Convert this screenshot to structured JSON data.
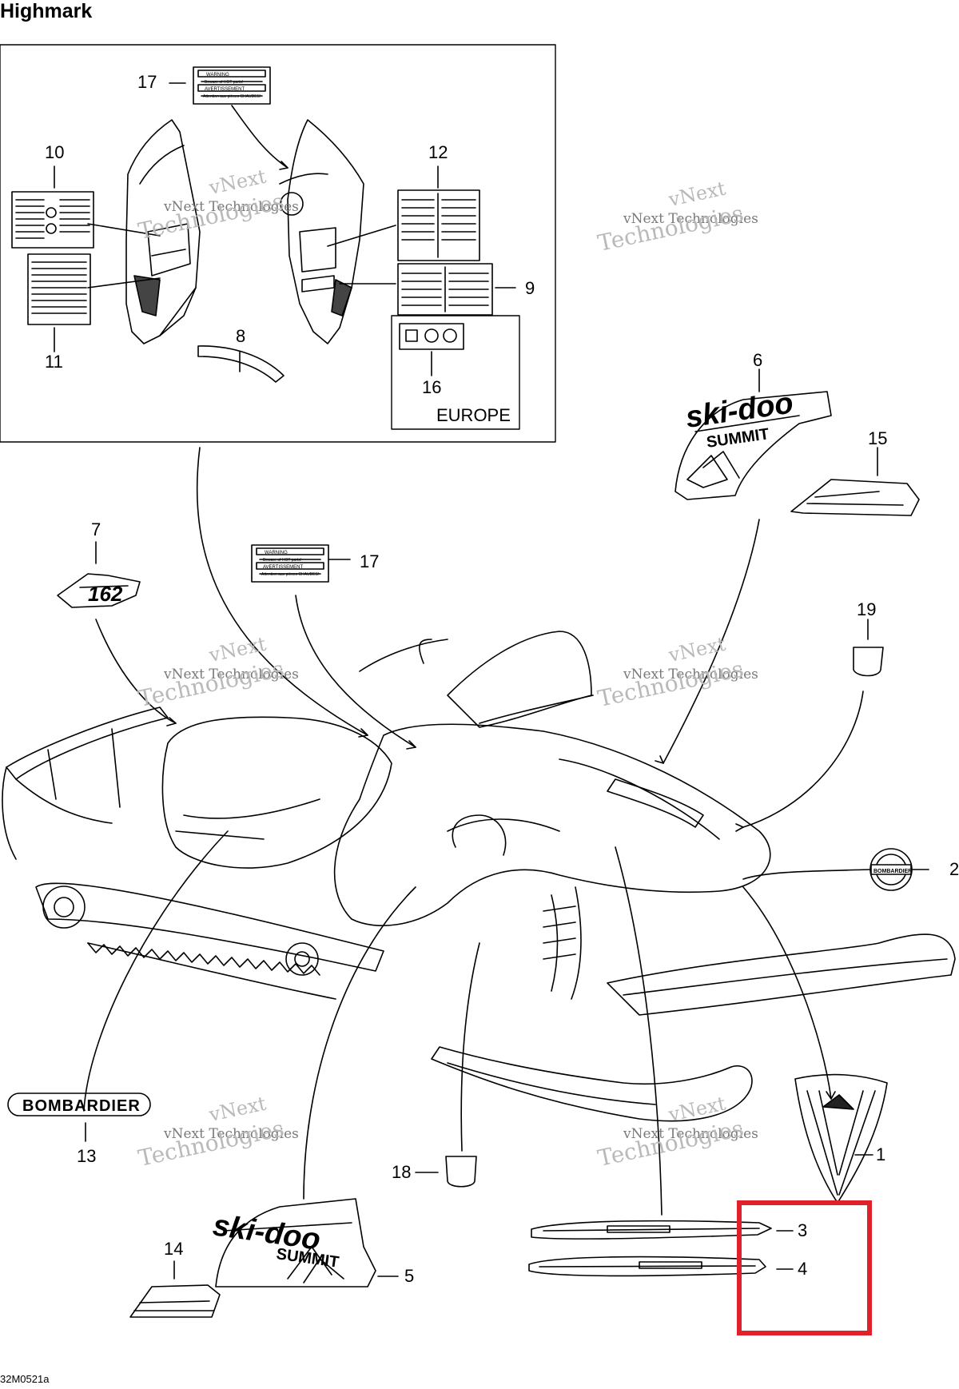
{
  "page": {
    "title": "Highmark",
    "drawing_code": "32M0521a"
  },
  "inset": {
    "europe_label": "EUROPE"
  },
  "callouts": {
    "c1": "1",
    "c2": "2",
    "c3": "3",
    "c4": "4",
    "c5": "5",
    "c6": "6",
    "c7": "7",
    "c8": "8",
    "c9": "9",
    "c10": "10",
    "c11": "11",
    "c12": "12",
    "c13": "13",
    "c14": "14",
    "c15": "15",
    "c16": "16",
    "c17a": "17",
    "c17b": "17",
    "c18": "18",
    "c19": "19"
  },
  "decal_text": {
    "bombardier": "BOMBARDIER",
    "ski_doo": "ski-doo",
    "summit": "SUMMIT",
    "model_162": "162",
    "warning_1": "WARNING",
    "warning_2": "Beware of HOT parts!",
    "warning_3": "AVERTISSEMENT",
    "warning_4": "Attention aux pièces CHAUDES!"
  },
  "watermark": {
    "line1": "vNext",
    "line2": "vNext Technologies",
    "line3": "Technologies"
  },
  "highlight": {
    "color": "#e0202a"
  }
}
